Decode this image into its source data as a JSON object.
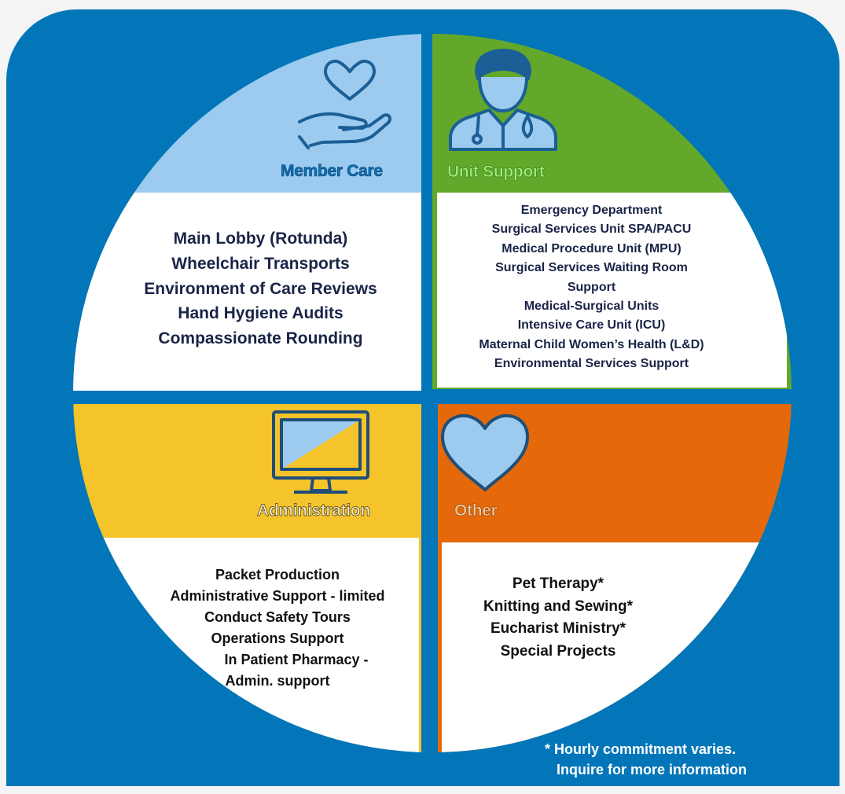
{
  "quadrants": {
    "member_care": {
      "heading": "Member Care",
      "icon": "heart-in-hand-icon",
      "color": "#9ccbef",
      "items": [
        "Main Lobby (Rotunda)",
        "Wheelchair Transports",
        "Environment of Care Reviews",
        "Hand Hygiene Audits",
        "Compassionate Rounding"
      ]
    },
    "unit_support": {
      "heading": "Unit Support",
      "icon": "doctor-icon",
      "color": "#63a82a",
      "items": [
        "Emergency Department",
        "Surgical Services Unit SPA/PACU",
        "Medical Procedure Unit (MPU)",
        "Surgical Services Waiting Room",
        "Support",
        "Medical-Surgical Units",
        "Intensive Care Unit (ICU)",
        "Maternal Child Women’s Health (L&D)",
        "Environmental Services Support"
      ]
    },
    "administration": {
      "heading": "Administration",
      "icon": "computer-monitor-icon",
      "color": "#f4c42a",
      "items": [
        "Packet Production",
        "Administrative Support - limited",
        "Conduct Safety Tours",
        "Operations Support",
        "In Patient Pharmacy -",
        "Admin. support"
      ]
    },
    "other": {
      "heading": "Other",
      "icon": "heart-icon",
      "color": "#e5690a",
      "items": [
        "Pet Therapy*",
        "Knitting and Sewing*",
        "Eucharist Ministry*",
        "Special Projects"
      ]
    }
  },
  "footnote": {
    "lines": [
      "* Hourly commitment varies.",
      "   Inquire for more information"
    ]
  },
  "colors": {
    "background": "#0276b8",
    "text": "#1a2447"
  }
}
